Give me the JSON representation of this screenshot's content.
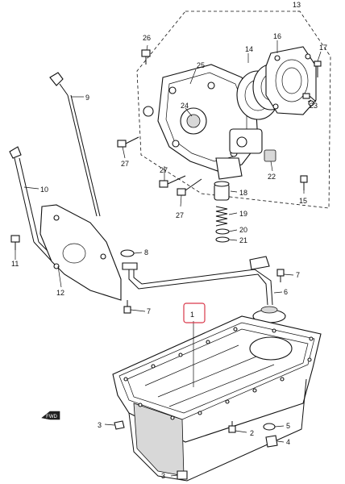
{
  "diagram": {
    "callouts": [
      {
        "id": "1",
        "text": "1",
        "highlighted": true
      },
      {
        "id": "2",
        "text": "2"
      },
      {
        "id": "3a",
        "text": "3"
      },
      {
        "id": "3b",
        "text": "3"
      },
      {
        "id": "4",
        "text": "4"
      },
      {
        "id": "5",
        "text": "5"
      },
      {
        "id": "6",
        "text": "6"
      },
      {
        "id": "7a",
        "text": "7"
      },
      {
        "id": "7b",
        "text": "7"
      },
      {
        "id": "8",
        "text": "8"
      },
      {
        "id": "9",
        "text": "9"
      },
      {
        "id": "10",
        "text": "10"
      },
      {
        "id": "11",
        "text": "11"
      },
      {
        "id": "12",
        "text": "12"
      },
      {
        "id": "13",
        "text": "13"
      },
      {
        "id": "14",
        "text": "14"
      },
      {
        "id": "15",
        "text": "15"
      },
      {
        "id": "16",
        "text": "16"
      },
      {
        "id": "17",
        "text": "17"
      },
      {
        "id": "18",
        "text": "18"
      },
      {
        "id": "19",
        "text": "19"
      },
      {
        "id": "20",
        "text": "20"
      },
      {
        "id": "21",
        "text": "21"
      },
      {
        "id": "22",
        "text": "22"
      },
      {
        "id": "23",
        "text": "23"
      },
      {
        "id": "24",
        "text": "24"
      },
      {
        "id": "25",
        "text": "25"
      },
      {
        "id": "26",
        "text": "26"
      },
      {
        "id": "27a",
        "text": "27"
      },
      {
        "id": "27b",
        "text": "27"
      },
      {
        "id": "27c",
        "text": "27"
      }
    ],
    "highlight_color": "#d9384a",
    "front_marker": "FWD"
  }
}
